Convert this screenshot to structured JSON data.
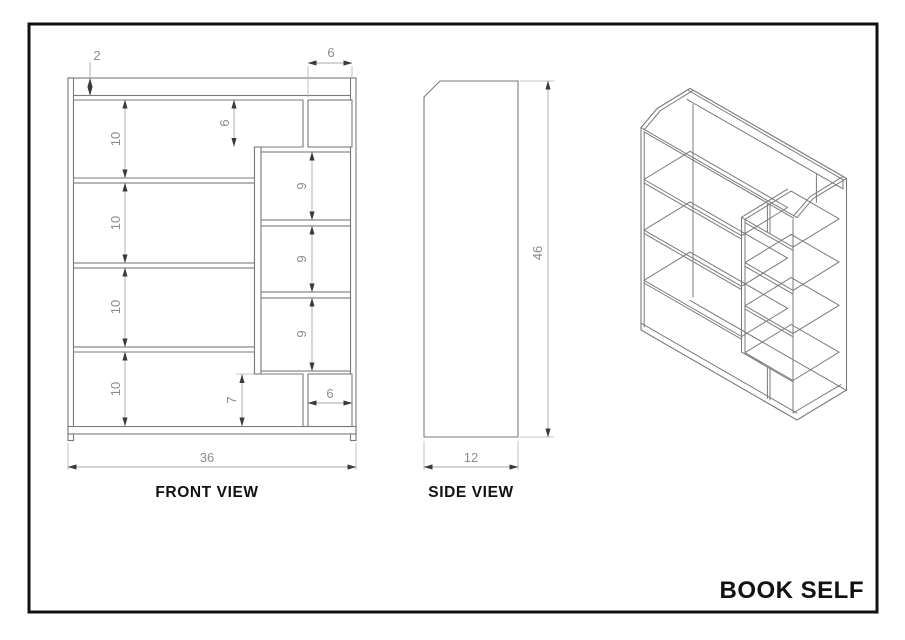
{
  "page": {
    "background": "#ffffff",
    "border_color": "#111111",
    "drawing_line_color": "#7a7a7a",
    "dimension_line_color": "#a8a8a8",
    "dimension_text_color": "#8c8c8c",
    "label_color": "#111111"
  },
  "title_block": {
    "title": "BOOK SELF"
  },
  "front_view": {
    "label": "FRONT VIEW",
    "dims": {
      "top_thickness": "2",
      "top_cubby_width": "6",
      "shelf1_height": "10",
      "shelf2_height": "10",
      "shelf3_height": "10",
      "shelf4_height": "10",
      "top_cubby_height": "6",
      "right1_height": "9",
      "right2_height": "9",
      "right3_height": "9",
      "bottom_notch_height": "7",
      "bottom_cubby_width": "6",
      "total_width": "36"
    }
  },
  "side_view": {
    "label": "SIDE VIEW",
    "dims": {
      "total_height": "46",
      "depth": "12"
    }
  },
  "iso_view": {
    "name": "isometric pictorial of book shelf"
  }
}
